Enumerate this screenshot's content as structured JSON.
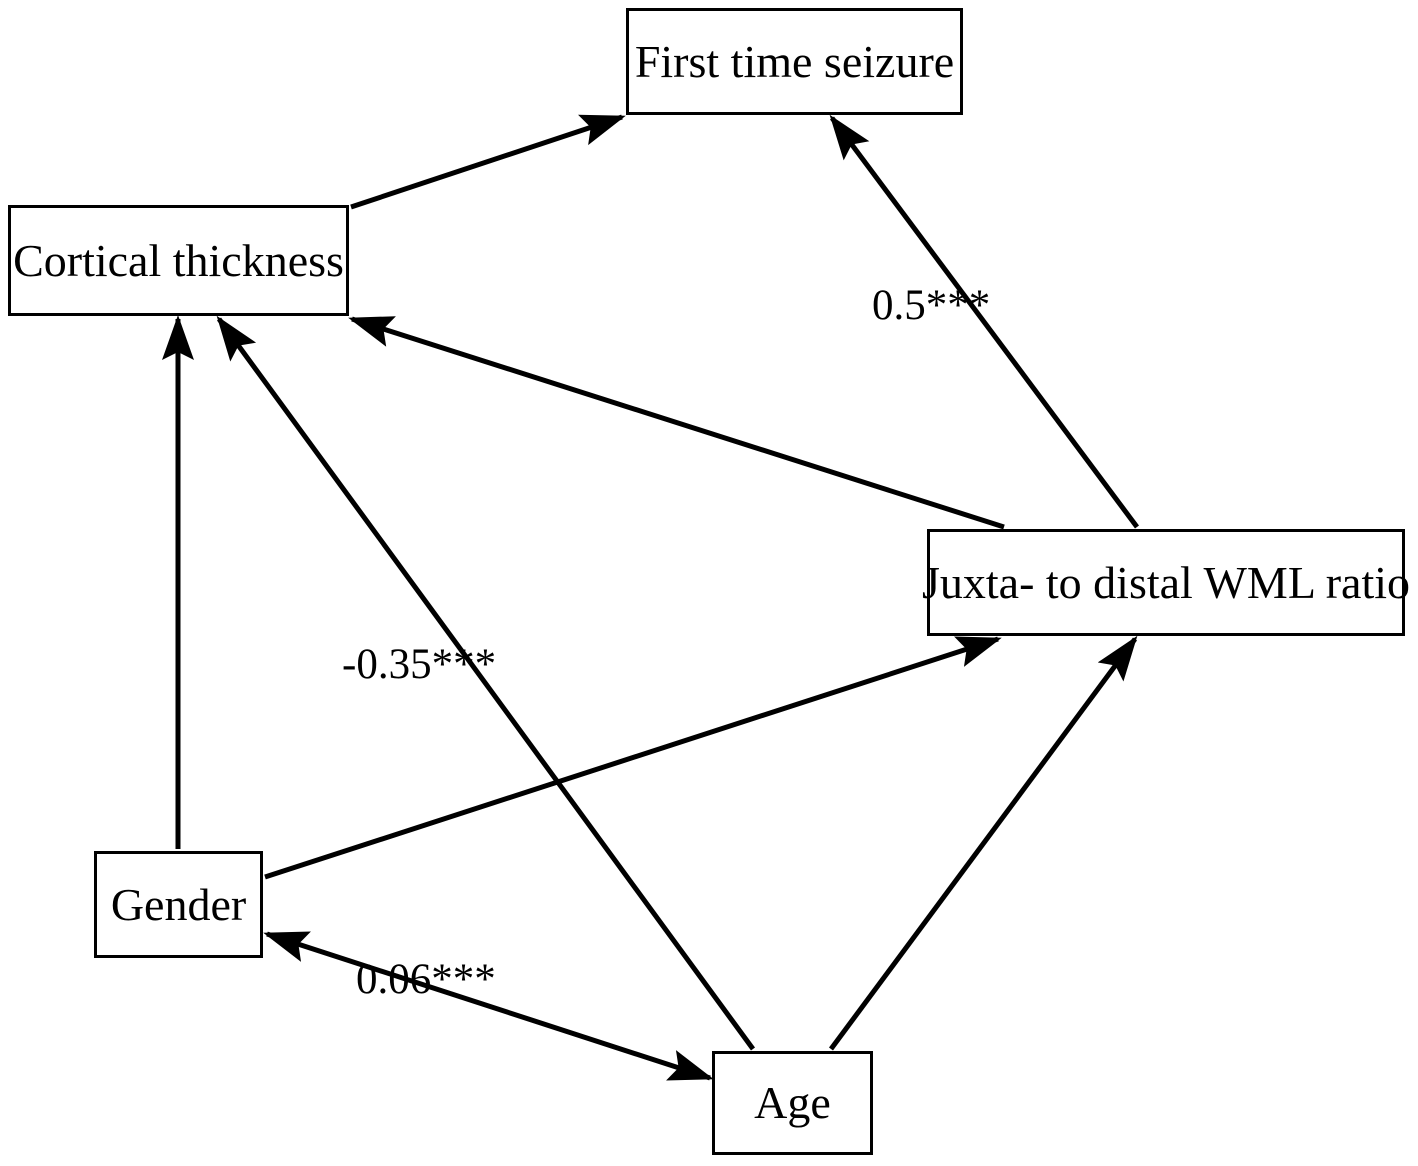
{
  "diagram": {
    "type": "path-diagram",
    "title": "Structural equation path diagram",
    "background_color": "#ffffff",
    "line_color": "#000000",
    "nodes": [
      {
        "id": "first_time_seizure",
        "label": "First time seizure"
      },
      {
        "id": "cortical_thickness",
        "label": "Cortical thickness"
      },
      {
        "id": "juxta_wml_ratio",
        "label": "Juxta- to distal WML ratio"
      },
      {
        "id": "gender",
        "label": "Gender"
      },
      {
        "id": "age",
        "label": "Age"
      }
    ],
    "edges": [
      {
        "id": "cortical_to_seizure",
        "from": "cortical_thickness",
        "to": "first_time_seizure",
        "label": "",
        "arrow": "single"
      },
      {
        "id": "juxta_to_seizure",
        "from": "juxta_wml_ratio",
        "to": "first_time_seizure",
        "label": "0.5***",
        "arrow": "single"
      },
      {
        "id": "juxta_to_cortical",
        "from": "juxta_wml_ratio",
        "to": "cortical_thickness",
        "label": "",
        "arrow": "single"
      },
      {
        "id": "gender_to_cortical",
        "from": "gender",
        "to": "cortical_thickness",
        "label": "",
        "arrow": "single"
      },
      {
        "id": "age_to_cortical",
        "from": "age",
        "to": "cortical_thickness",
        "label": "-0.35***",
        "arrow": "single"
      },
      {
        "id": "gender_to_juxta",
        "from": "gender",
        "to": "juxta_wml_ratio",
        "label": "",
        "arrow": "single"
      },
      {
        "id": "age_to_juxta",
        "from": "age",
        "to": "juxta_wml_ratio",
        "label": "",
        "arrow": "single"
      },
      {
        "id": "gender_age_covariance",
        "from": "age",
        "to": "gender",
        "label": "0.06***",
        "arrow": "double"
      }
    ],
    "edge_labels": {
      "juxta_to_seizure": "0.5***",
      "age_to_cortical": "-0.35***",
      "gender_age_covariance": "0.06***"
    }
  }
}
